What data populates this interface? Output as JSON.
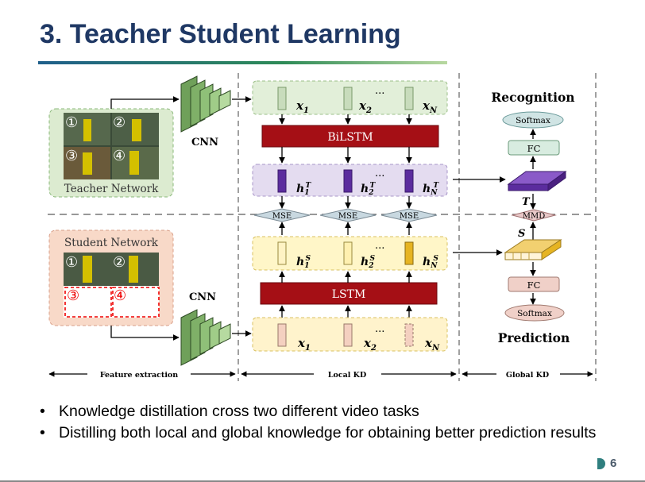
{
  "slide": {
    "title": "3. Teacher Student Learning",
    "page_number": "6",
    "bullets": [
      "Knowledge distillation cross two different video tasks",
      "Distilling both local and global knowledge for obtaining better prediction results"
    ]
  },
  "diagram": {
    "teacher_network": "Teacher Network",
    "student_network": "Student Network",
    "cnn_top": "CNN",
    "cnn_bottom": "CNN",
    "bilstm": "BiLSTM",
    "lstm": "LSTM",
    "mse": "MSE",
    "mmd": "MMD",
    "recognition": "Recognition",
    "prediction": "Prediction",
    "softmax": "Softmax",
    "fc": "FC",
    "T": "T",
    "S": "S",
    "ellipsis": "...",
    "frames": [
      "①",
      "②",
      "③",
      "④"
    ],
    "x_labels": [
      "x",
      "x",
      "x"
    ],
    "x_subs": [
      "1",
      "2",
      "N"
    ],
    "hT_subs": [
      "1",
      "2",
      "N"
    ],
    "hS_subs": [
      "1",
      "2",
      "N"
    ],
    "h": "h",
    "sup_T": "T",
    "sup_S": "S",
    "feature_extraction": "Feature extraction",
    "local_kd": "Local KD",
    "global_kd": "Global KD"
  },
  "colors": {
    "title": "#1f3864",
    "lstm_block": "#a50f15",
    "teacher_box": "#dcebd0",
    "student_box": "#f8d9c8",
    "feature_green": "#e2efd9",
    "feature_purple": "#e4dcf0",
    "feature_yellow": "#fff6c8",
    "teacher_vector": "#5b2c9e",
    "student_vector": "#e6b422"
  }
}
